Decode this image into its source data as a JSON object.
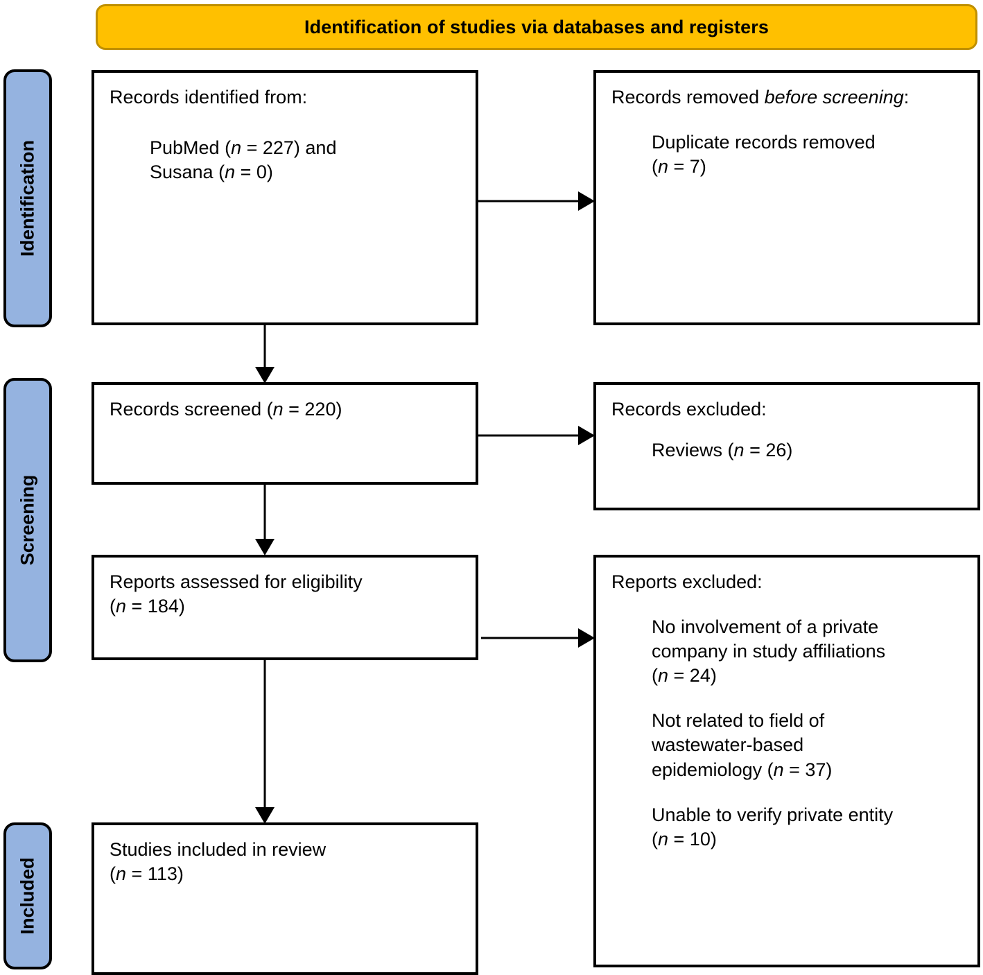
{
  "banner": {
    "title": "Identification of studies via databases and registers"
  },
  "stages": [
    {
      "key": "identification",
      "label": "Identification"
    },
    {
      "key": "screening",
      "label": "Screening"
    },
    {
      "key": "included",
      "label": "Included"
    }
  ],
  "colors": {
    "banner_fill": "#FFC000",
    "banner_border": "#BF8F00",
    "stage_fill": "#95B3E0",
    "box_border": "#000000",
    "box_fill": "#FFFFFF",
    "text": "#000000"
  },
  "boxes": {
    "identified": {
      "heading": "Records identified from:",
      "line1": "PubMed (",
      "line1_n": "n",
      "line1_eq": " = 227) and",
      "line2": "Susana (",
      "line2_n": "n",
      "line2_eq": " = 0)"
    },
    "removed_before": {
      "heading_plain": "Records removed ",
      "heading_italic": "before screening",
      "heading_colon": ":",
      "item_line1": "Duplicate records removed",
      "item_n": "n",
      "item_line2_open": "(",
      "item_line2_close": " = 7)"
    },
    "screened": {
      "text_pre": "Records screened (",
      "n": "n",
      "text_post": " = 220)"
    },
    "records_excluded": {
      "heading": "Records excluded:",
      "item_pre": "Reviews (",
      "item_n": "n",
      "item_post": " = 26)"
    },
    "eligibility": {
      "line1": "Reports assessed for eligibility",
      "line2_open": "(",
      "line2_n": "n",
      "line2_close": " = 184)"
    },
    "reports_excluded": {
      "heading": "Reports excluded:",
      "r1_line1": "No involvement of a private",
      "r1_line2": "company in study affiliations",
      "r1_open": "(",
      "r1_n": "n",
      "r1_close": " = 24)",
      "r2_line1": "Not related to field of",
      "r2_line2": "wastewater-based",
      "r2_line3_pre": "epidemiology (",
      "r2_n": "n",
      "r2_line3_post": " = 37)",
      "r3_line1": "Unable to verify private entity",
      "r3_open": "(",
      "r3_n": "n",
      "r3_close": " = 10)"
    },
    "included": {
      "line1": "Studies included in review",
      "line2_open": "(",
      "line2_n": "n",
      "line2_close": " = 113)"
    }
  },
  "flow": {
    "arrows": [
      {
        "name": "identified-to-removed",
        "direction": "right"
      },
      {
        "name": "identified-to-screened",
        "direction": "down"
      },
      {
        "name": "screened-to-excluded",
        "direction": "right"
      },
      {
        "name": "screened-to-eligibility",
        "direction": "down"
      },
      {
        "name": "eligibility-to-excluded",
        "direction": "right"
      },
      {
        "name": "eligibility-to-included",
        "direction": "down"
      }
    ]
  }
}
